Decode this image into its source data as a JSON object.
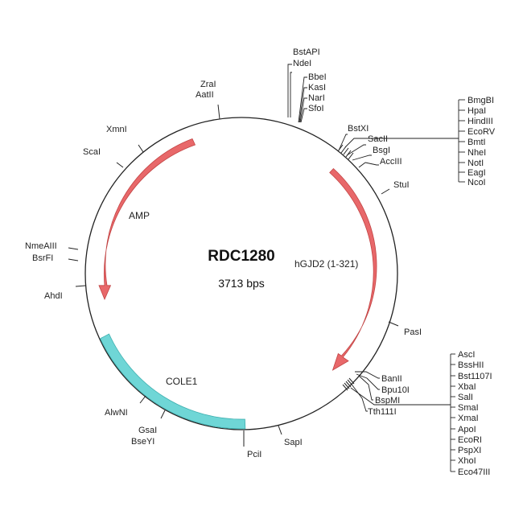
{
  "plasmid": {
    "name": "RDC1280",
    "size_label": "3713 bps",
    "backbone_color": "#222222"
  },
  "features": [
    {
      "id": "amp",
      "label": "AMP",
      "kind": "arrow",
      "color": "#e8686a",
      "stroke": "#c24444"
    },
    {
      "id": "hgjd2",
      "label": "hGJD2 (1-321)",
      "kind": "arrow",
      "color": "#e8686a",
      "stroke": "#c24444"
    },
    {
      "id": "cole1",
      "label": "COLE1",
      "kind": "band",
      "color": "#6fd6d6",
      "stroke": "#3fb0b0"
    }
  ],
  "sites": {
    "bstapi_group": [
      "BstAPI",
      "NdeI"
    ],
    "bbei_group": [
      "BbeI",
      "KasI",
      "NarI",
      "SfoI"
    ],
    "zrai_group": [
      "ZraI",
      "AatII"
    ],
    "xmni": "XmnI",
    "scai": "ScaI",
    "nmeaiii_group": [
      "NmeAIII",
      "BsrFI"
    ],
    "ahdi": "AhdI",
    "alwni": "AlwNI",
    "gsai_group": [
      "GsaI",
      "BseYI"
    ],
    "pcii": "PciI",
    "sapi": "SapI",
    "pasi": "PasI",
    "stui": "StuI",
    "bstxi": "BstXI",
    "sacii": "SacII",
    "bsgi": "BsgI",
    "acciii": "AccIII",
    "mcs_top": [
      "BmgBI",
      "HpaI",
      "HindIII",
      "EcoRV",
      "BmtI",
      "NheI",
      "NotI",
      "EagI",
      "NcoI"
    ],
    "banii": "BanII",
    "bpu10i": "Bpu10I",
    "bspmi": "BspMI",
    "tth111i": "Tth111I",
    "mcs_bottom": [
      "AscI",
      "BssHII",
      "Bst1107I",
      "XbaI",
      "SalI",
      "SmaI",
      "XmaI",
      "ApoI",
      "EcoRI",
      "PspXI",
      "XhoI",
      "Eco47III"
    ]
  }
}
